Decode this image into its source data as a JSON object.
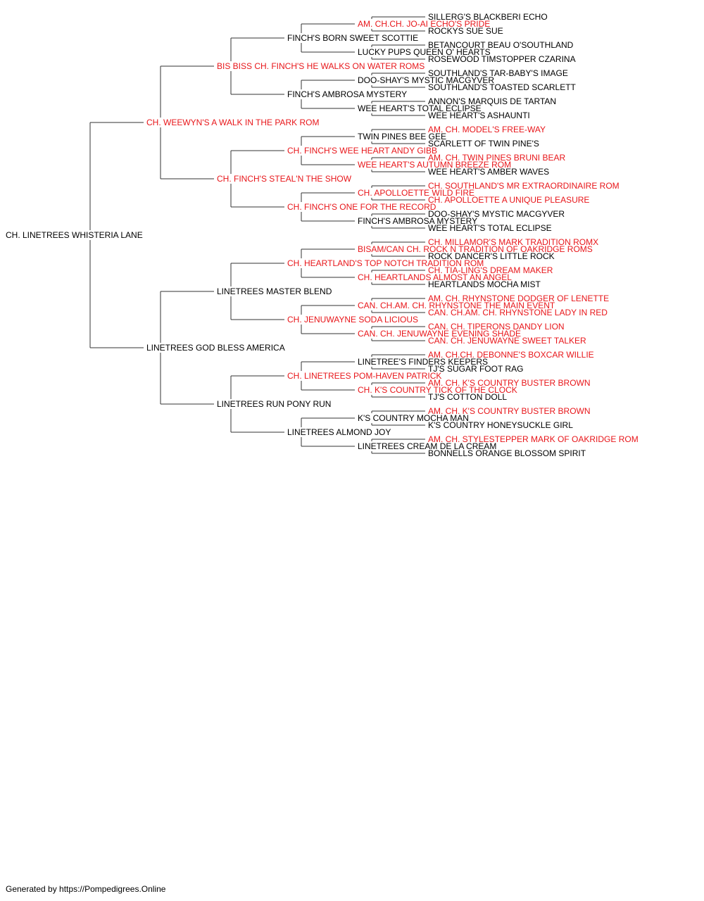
{
  "colors": {
    "champion": "#e8161a",
    "regular": "#000000",
    "line": "#333333"
  },
  "footer": {
    "text": "Generated by https://Pompedigrees.Online"
  },
  "pedigree": {
    "n": "CH. LINETREES WHISTERIA LANE",
    "c": 0,
    "p": [
      {
        "n": "CH. WEEWYN'S A WALK IN THE PARK ROM",
        "c": 1,
        "p": [
          {
            "n": "BIS BISS CH. FINCH'S HE WALKS ON WATER ROMS",
            "c": 1,
            "p": [
              {
                "n": "FINCH'S BORN SWEET SCOTTIE",
                "c": 0,
                "p": [
                  {
                    "n": "AM. CH.CH. JO-AI ECHO'S PRIDE",
                    "c": 1,
                    "p": [
                      {
                        "n": "SILLERG'S BLACKBERI ECHO",
                        "c": 0
                      },
                      {
                        "n": "ROCKYS SUE SUE",
                        "c": 0
                      }
                    ]
                  },
                  {
                    "n": "LUCKY PUPS QUEEN O' HEARTS",
                    "c": 0,
                    "p": [
                      {
                        "n": "BETANCOURT BEAU O'SOUTHLAND",
                        "c": 0
                      },
                      {
                        "n": "ROSEWOOD TIMSTOPPER CZARINA",
                        "c": 0
                      }
                    ]
                  }
                ]
              },
              {
                "n": "FINCH'S AMBROSA MYSTERY",
                "c": 0,
                "p": [
                  {
                    "n": "DOO-SHAY'S MYSTIC MACGYVER",
                    "c": 0,
                    "p": [
                      {
                        "n": "SOUTHLAND'S TAR-BABY'S IMAGE",
                        "c": 0
                      },
                      {
                        "n": "SOUTHLAND'S TOASTED SCARLETT",
                        "c": 0
                      }
                    ]
                  },
                  {
                    "n": "WEE HEART'S TOTAL ECLIPSE",
                    "c": 0,
                    "p": [
                      {
                        "n": "ANNON'S MARQUIS DE TARTAN",
                        "c": 0
                      },
                      {
                        "n": "WEE HEART'S ASHAUNTI",
                        "c": 0
                      }
                    ]
                  }
                ]
              }
            ]
          },
          {
            "n": "CH. FINCH'S STEAL'N THE SHOW",
            "c": 1,
            "p": [
              {
                "n": "CH. FINCH'S WEE HEART ANDY GIBB",
                "c": 1,
                "p": [
                  {
                    "n": "TWIN PINES BEE GEE",
                    "c": 0,
                    "p": [
                      {
                        "n": "AM. CH. MODEL'S FREE-WAY",
                        "c": 1
                      },
                      {
                        "n": "SCARLETT OF TWIN PINE'S",
                        "c": 0
                      }
                    ]
                  },
                  {
                    "n": "WEE HEART'S AUTUMN BREEZE ROM",
                    "c": 1,
                    "p": [
                      {
                        "n": "AM. CH. TWIN PINES BRUNI BEAR",
                        "c": 1
                      },
                      {
                        "n": "WEE HEART'S AMBER WAVES",
                        "c": 0
                      }
                    ]
                  }
                ]
              },
              {
                "n": "CH. FINCH'S ONE FOR THE RECORD",
                "c": 1,
                "p": [
                  {
                    "n": "CH. APOLLOETTE WILD FIRE",
                    "c": 1,
                    "p": [
                      {
                        "n": "CH. SOUTHLAND'S MR EXTRAORDINAIRE ROM",
                        "c": 1
                      },
                      {
                        "n": "CH. APOLLOETTE A UNIQUE PLEASURE",
                        "c": 1
                      }
                    ]
                  },
                  {
                    "n": "FINCH'S AMBROSA MYSTERY",
                    "c": 0,
                    "p": [
                      {
                        "n": "DOO-SHAY'S MYSTIC MACGYVER",
                        "c": 0
                      },
                      {
                        "n": "WEE HEART'S TOTAL ECLIPSE",
                        "c": 0
                      }
                    ]
                  }
                ]
              }
            ]
          }
        ]
      },
      {
        "n": "LINETREES GOD BLESS AMERICA",
        "c": 0,
        "p": [
          {
            "n": "LINETREES MASTER BLEND",
            "c": 0,
            "p": [
              {
                "n": "CH. HEARTLAND'S TOP NOTCH TRADITION ROM",
                "c": 1,
                "p": [
                  {
                    "n": "BISAM/CAN CH. ROCK N TRADITION OF OAKRIDGE ROMS",
                    "c": 1,
                    "p": [
                      {
                        "n": "CH. MILLAMOR'S MARK TRADITION ROMX",
                        "c": 1
                      },
                      {
                        "n": "ROCK DANCER'S LITTLE ROCK",
                        "c": 0
                      }
                    ]
                  },
                  {
                    "n": "CH. HEARTLANDS ALMOST AN ANGEL",
                    "c": 1,
                    "p": [
                      {
                        "n": "CH. TIA-LING'S DREAM MAKER",
                        "c": 1
                      },
                      {
                        "n": "HEARTLANDS MOCHA MIST",
                        "c": 0
                      }
                    ]
                  }
                ]
              },
              {
                "n": "CH. JENUWAYNE SODA LICIOUS",
                "c": 1,
                "p": [
                  {
                    "n": "CAN. CH.AM. CH. RHYNSTONE THE MAIN EVENT",
                    "c": 1,
                    "p": [
                      {
                        "n": "AM. CH. RHYNSTONE DODGER OF LENETTE",
                        "c": 1
                      },
                      {
                        "n": "CAN. CH.AM. CH. RHYNSTONE LADY IN RED",
                        "c": 1
                      }
                    ]
                  },
                  {
                    "n": "CAN. CH. JENUWAYNE EVENING SHADE",
                    "c": 1,
                    "p": [
                      {
                        "n": "CAN. CH. TIPERONS DANDY LION",
                        "c": 1
                      },
                      {
                        "n": "CAN. CH. JENUWAYNE SWEET TALKER",
                        "c": 1
                      }
                    ]
                  }
                ]
              }
            ]
          },
          {
            "n": "LINETREES RUN PONY RUN",
            "c": 0,
            "p": [
              {
                "n": "CH. LINETREES POM-HAVEN PATRICK",
                "c": 1,
                "p": [
                  {
                    "n": "LINETREE'S FINDERS KEEPERS",
                    "c": 0,
                    "p": [
                      {
                        "n": "AM. CH.CH. DEBONNE'S BOXCAR WILLIE",
                        "c": 1
                      },
                      {
                        "n": "TJ'S SUGAR FOOT RAG",
                        "c": 0
                      }
                    ]
                  },
                  {
                    "n": "CH. K'S COUNTRY TICK OF THE CLOCK",
                    "c": 1,
                    "p": [
                      {
                        "n": "AM. CH. K'S COUNTRY BUSTER BROWN",
                        "c": 1
                      },
                      {
                        "n": "TJ'S COTTON DOLL",
                        "c": 0
                      }
                    ]
                  }
                ]
              },
              {
                "n": "LINETREES ALMOND JOY",
                "c": 0,
                "p": [
                  {
                    "n": "K'S COUNTRY MOCHA MAN",
                    "c": 0,
                    "p": [
                      {
                        "n": "AM. CH. K'S COUNTRY BUSTER BROWN",
                        "c": 1
                      },
                      {
                        "n": "K'S COUNTRY HONEYSUCKLE GIRL",
                        "c": 0
                      }
                    ]
                  },
                  {
                    "n": "LINETREES CREAM DE LA CREAM",
                    "c": 0,
                    "p": [
                      {
                        "n": "AM. CH. STYLESTEPPER MARK OF OAKRIDGE ROM",
                        "c": 1
                      },
                      {
                        "n": "BONNELLS ORANGE BLOSSOM SPIRIT",
                        "c": 0
                      }
                    ]
                  }
                ]
              }
            ]
          }
        ]
      }
    ]
  }
}
